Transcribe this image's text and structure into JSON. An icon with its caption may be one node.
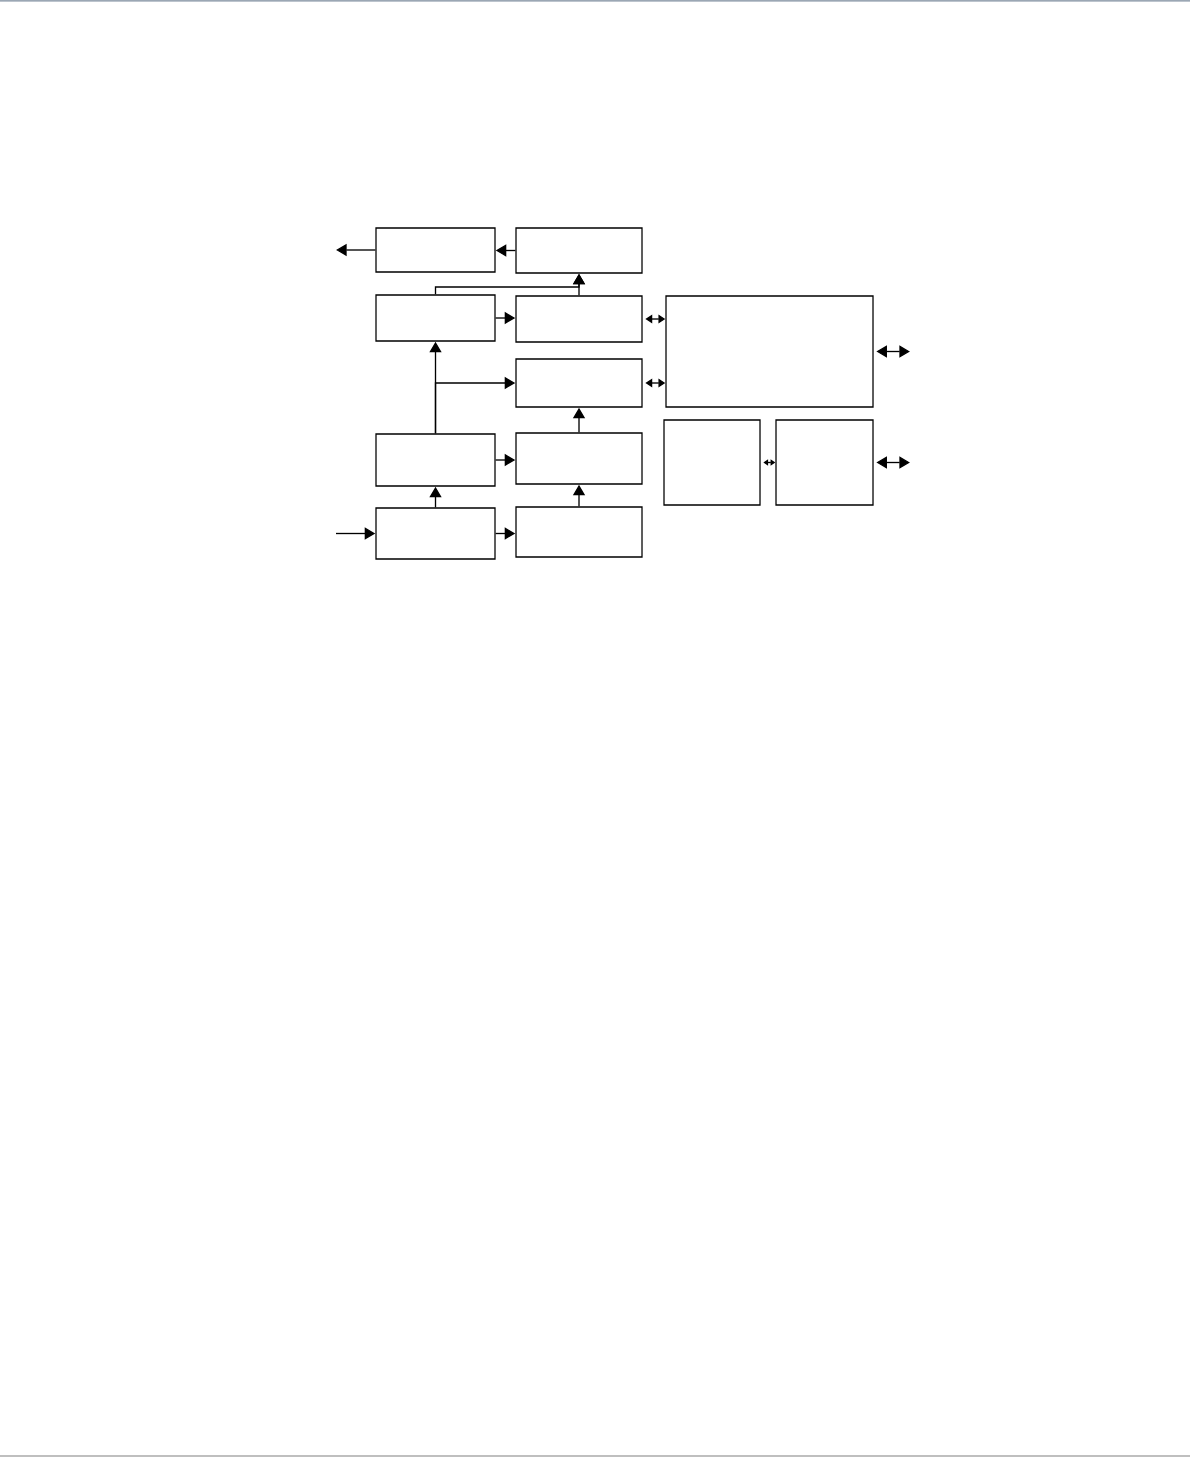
{
  "diagram": {
    "nodes": [
      {
        "text": [],
        "shape": "box"
      },
      {
        "text": [],
        "shape": "box"
      },
      {
        "text": [],
        "shape": "box"
      },
      {
        "text": [],
        "shape": "box"
      },
      {
        "text": [],
        "shape": "box"
      },
      {
        "text": [],
        "shape": "box"
      },
      {
        "text": [],
        "shape": "box"
      },
      {
        "text": [],
        "shape": "box"
      },
      {
        "text": [],
        "shape": "box"
      },
      {
        "text": [],
        "shape": "box"
      },
      {
        "text": [],
        "shape": "box"
      },
      {
        "text": [],
        "shape": "box"
      }
    ],
    "edges": [
      {
        "from": 1,
        "to": 0,
        "arrow": "to"
      },
      {
        "from": 0,
        "to": null,
        "arrow": "to"
      },
      {
        "from": 2,
        "to": 1,
        "arrow": "to"
      },
      {
        "from": 3,
        "to": 1,
        "arrow": "to"
      },
      {
        "from": 2,
        "to": 3,
        "arrow": "to"
      },
      {
        "from": 3,
        "to": 4,
        "arrow": "both"
      },
      {
        "from": 4,
        "to": null,
        "arrow": "both"
      },
      {
        "from": 6,
        "to": 2,
        "arrow": "to"
      },
      {
        "from": 6,
        "to": 5,
        "arrow": "to"
      },
      {
        "from": 5,
        "to": 4,
        "arrow": "both"
      },
      {
        "from": 7,
        "to": 5,
        "arrow": "to"
      },
      {
        "from": 6,
        "to": 7,
        "arrow": "to"
      },
      {
        "from": 8,
        "to": 9,
        "arrow": "both"
      },
      {
        "from": 9,
        "to": null,
        "arrow": "both"
      },
      {
        "from": 10,
        "to": 6,
        "arrow": "to"
      },
      {
        "from": 11,
        "to": 7,
        "arrow": "to"
      },
      {
        "from": 10,
        "to": 11,
        "arrow": "to"
      },
      {
        "from": null,
        "to": 10,
        "arrow": "to"
      }
    ]
  }
}
